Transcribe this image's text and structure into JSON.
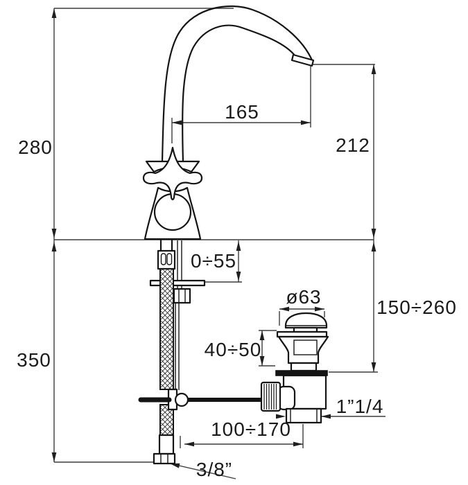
{
  "drawing": {
    "subject": "single-hole basin mixer tap, technical installation drawing",
    "view": "front elevation with below-deck supply hose and pop-up waste",
    "units": "mm",
    "colors": {
      "background": "#ffffff",
      "part_line": "#141414",
      "dimension_line": "#3c3c3c",
      "text": "#1a1a1a",
      "waste_flange_fill": "#141414"
    },
    "labels": {
      "overall_height": "280",
      "spout_reach": "165",
      "spout_outlet_height": "212",
      "mounting_depth_range": "0÷55",
      "supply_hose_length": "350",
      "waste_flange_diameter": "ø63",
      "waste_top_height_range": "40÷50",
      "waste_depth_range": "150÷260",
      "waste_thread": "1”1/4",
      "rod_reach_range": "100÷170",
      "supply_thread": "3/8”"
    }
  }
}
